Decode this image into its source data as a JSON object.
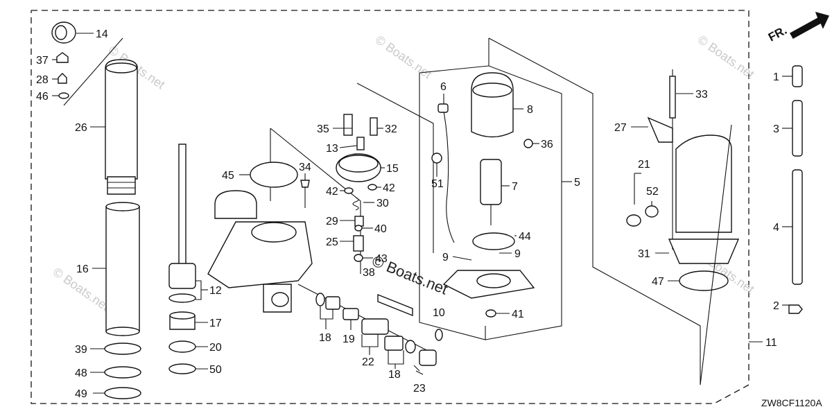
{
  "diagram": {
    "direction_label": "FR.",
    "diagram_code": "ZW8CF1120A",
    "watermark": "© Boats.net",
    "callouts": {
      "p1": "1",
      "p2": "2",
      "p3": "3",
      "p4": "4",
      "p5": "5",
      "p6": "6",
      "p7": "7",
      "p8": "8",
      "p9a": "9",
      "p9b": "9",
      "p10": "10",
      "p11": "11",
      "p12": "12",
      "p13": "13",
      "p14": "14",
      "p15": "15",
      "p16": "16",
      "p17": "17",
      "p18a": "18",
      "p18b": "18",
      "p19": "19",
      "p20": "20",
      "p21": "21",
      "p22": "22",
      "p23": "23",
      "p25": "25",
      "p26": "26",
      "p27": "27",
      "p28": "28",
      "p29": "29",
      "p30": "30",
      "p31": "31",
      "p32": "32",
      "p33": "33",
      "p34": "34",
      "p35": "35",
      "p36": "36",
      "p37": "37",
      "p38": "38",
      "p39": "39",
      "p40": "40",
      "p41": "41",
      "p42a": "42",
      "p42b": "42",
      "p43": "43",
      "p44": "44",
      "p45": "45",
      "p46": "46",
      "p47": "47",
      "p48": "48",
      "p49": "49",
      "p50": "50",
      "p51": "51",
      "p52": "52"
    }
  }
}
